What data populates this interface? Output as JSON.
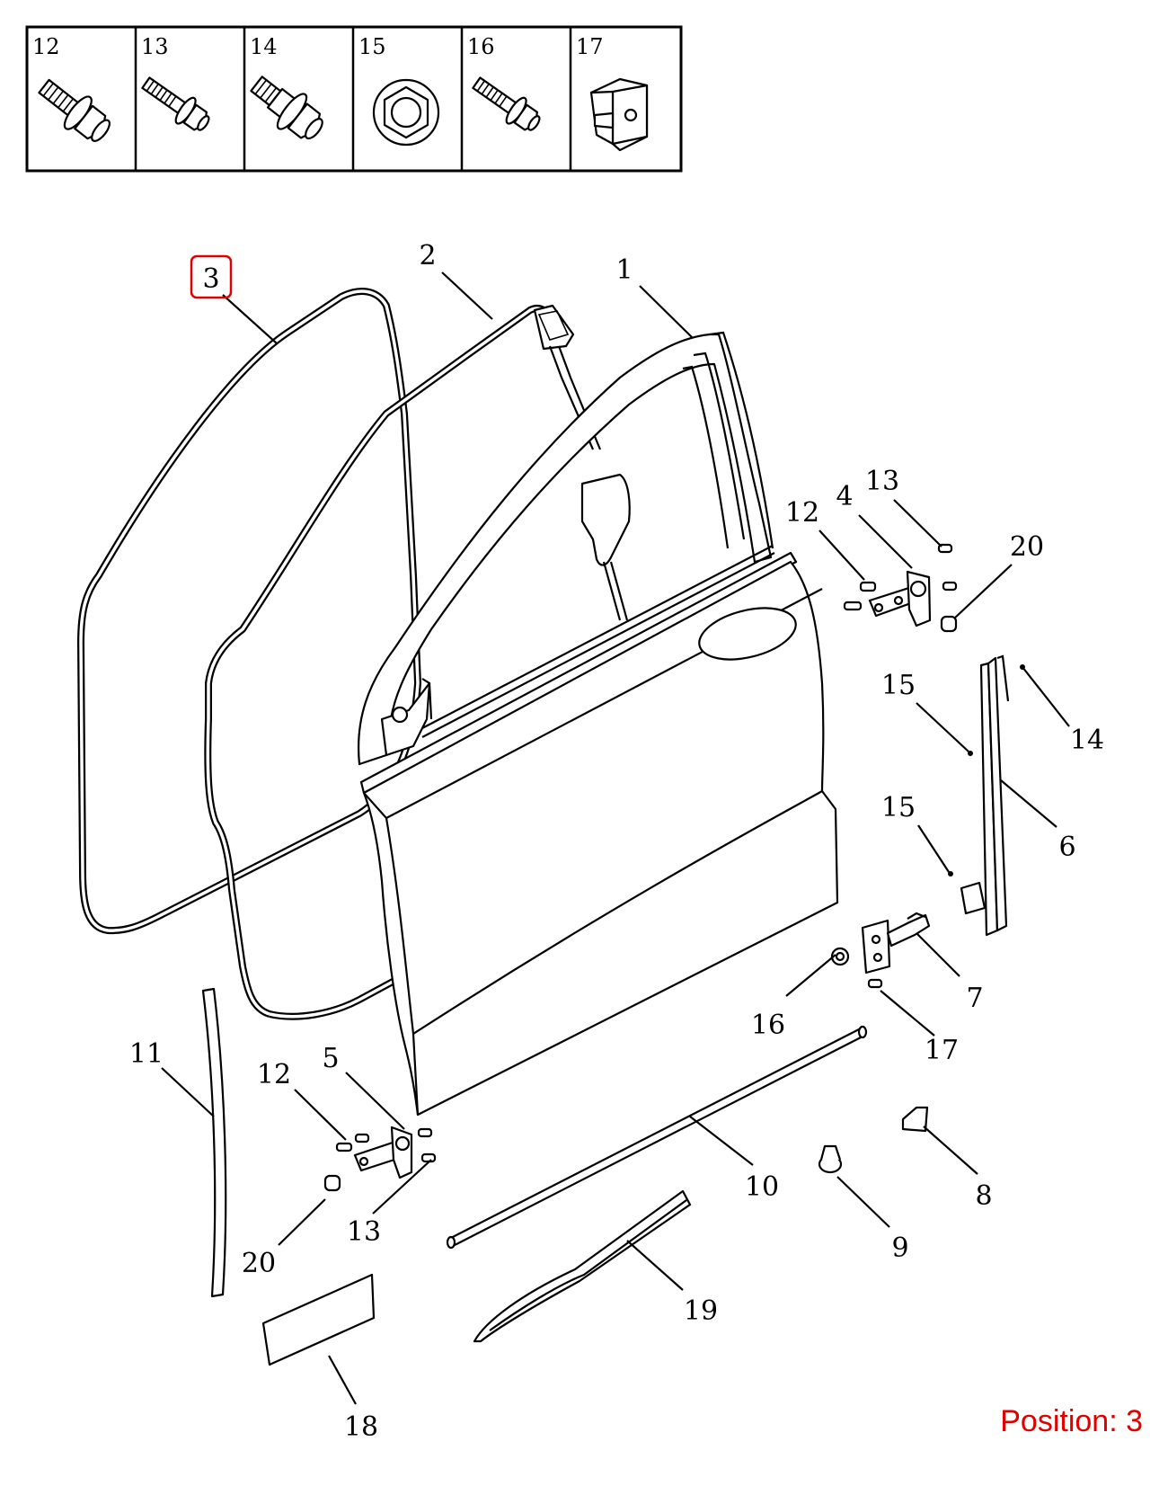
{
  "header_parts": [
    {
      "num": "12",
      "icon": "flange-bolt-icon"
    },
    {
      "num": "13",
      "icon": "bolt-icon"
    },
    {
      "num": "14",
      "icon": "shoulder-bolt-icon"
    },
    {
      "num": "15",
      "icon": "flange-nut-icon"
    },
    {
      "num": "16",
      "icon": "bolt-icon"
    },
    {
      "num": "17",
      "icon": "clip-icon"
    }
  ],
  "callouts": {
    "c1": "1",
    "c2": "2",
    "c3": "3",
    "c4": "4",
    "c5": "5",
    "c6": "6",
    "c7": "7",
    "c8": "8",
    "c9": "9",
    "c10": "10",
    "c11": "11",
    "c12a": "12",
    "c12b": "12",
    "c13a": "13",
    "c13b": "13",
    "c14": "14",
    "c15a": "15",
    "c15b": "15",
    "c16": "16",
    "c17": "17",
    "c18": "18",
    "c19": "19",
    "c20a": "20",
    "c20b": "20"
  },
  "highlight_color": "#e00000",
  "position_label": "Position: 3"
}
